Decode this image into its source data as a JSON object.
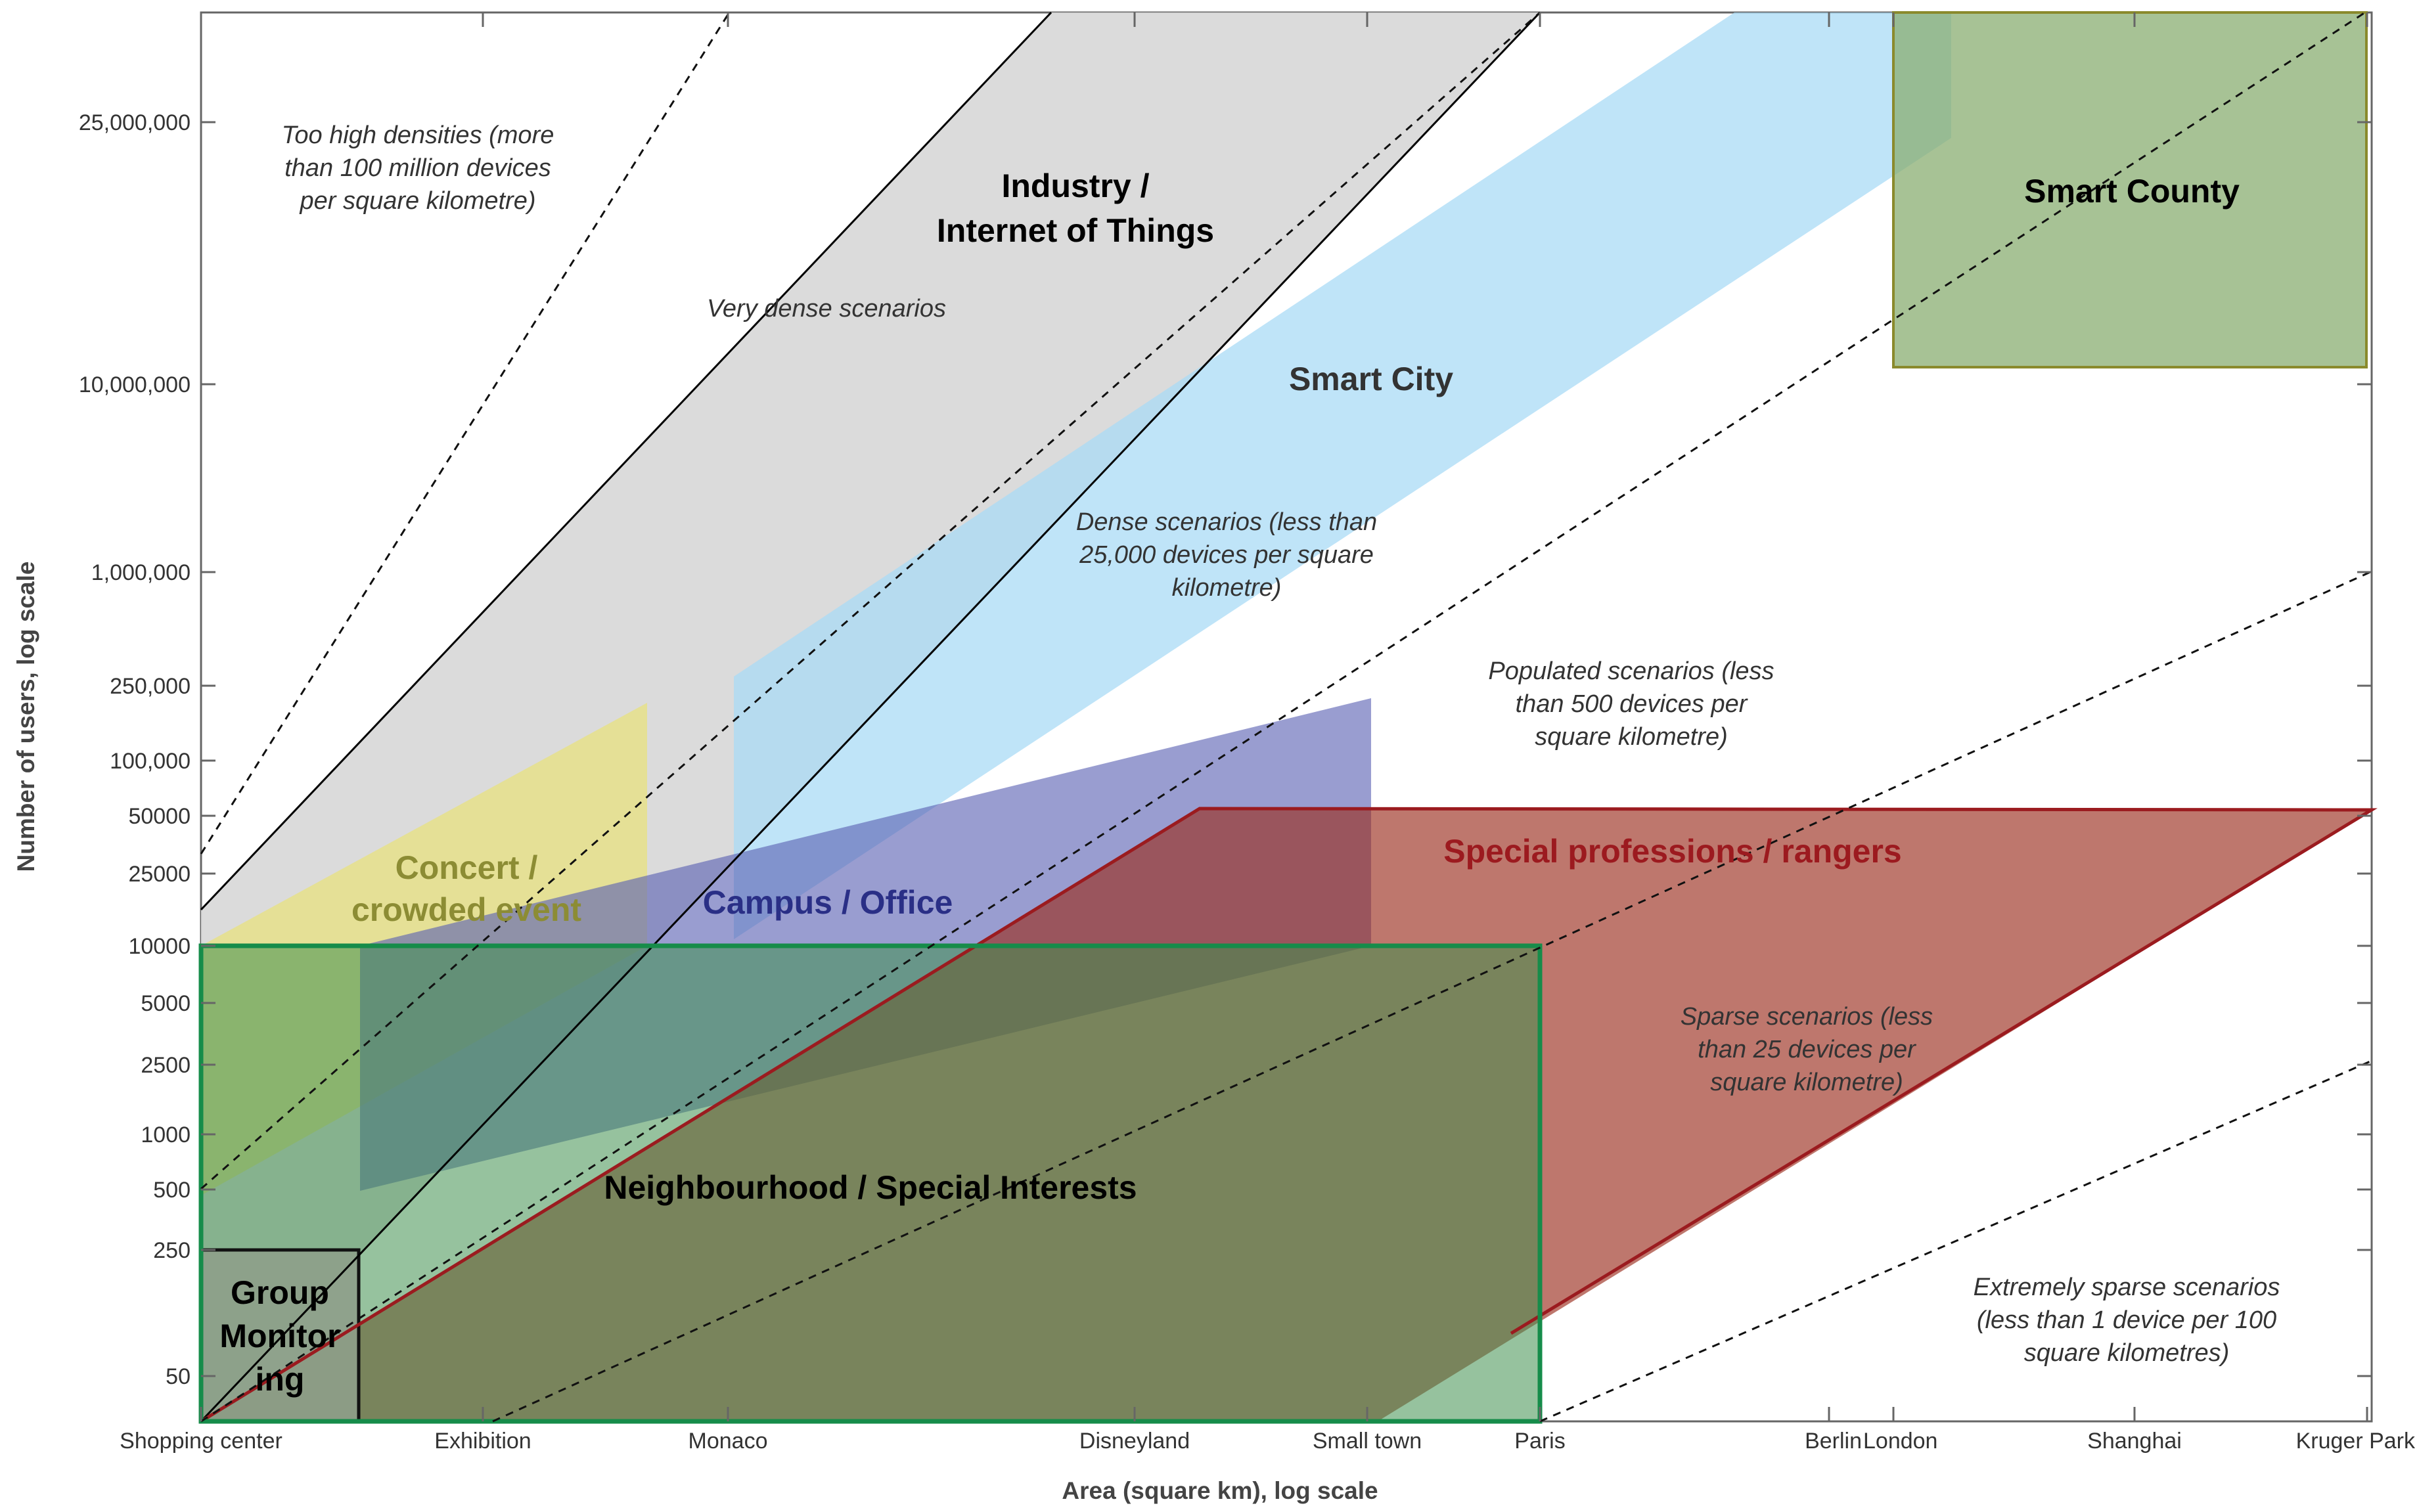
{
  "chart_data": {
    "type": "area",
    "xlabel": "Area (square km), log scale",
    "ylabel": "Number of users, log scale",
    "x_scale": "log (categorical landmarks)",
    "y_scale": "log",
    "grid": false,
    "x_ticks": [
      {
        "label": "Shopping center",
        "value": 0.05
      },
      {
        "label": "Exhibition",
        "value": 0.15
      },
      {
        "label": "Monaco",
        "value": 2
      },
      {
        "label": "Disneyland",
        "value": 100
      },
      {
        "label": "Small town",
        "value": 200
      },
      {
        "label": "Paris",
        "value": 105
      },
      {
        "label": "Berlin",
        "value": 890
      },
      {
        "label": "London",
        "value": 1570
      },
      {
        "label": "Shanghai",
        "value": 6340
      },
      {
        "label": "Kruger Park",
        "value": 19500
      }
    ],
    "y_ticks": [
      "50",
      "250",
      "500",
      "1000",
      "2500",
      "5000",
      "10000",
      "25000",
      "50000",
      "100,000",
      "250,000",
      "1,000,000",
      "10,000,000",
      "25,000,000"
    ],
    "regions": [
      {
        "name": "Industry / Internet of Things",
        "lines": [
          "Industry /",
          "Internet of Things"
        ],
        "color": "#d9d9d9",
        "text_color": "#000000"
      },
      {
        "name": "Smart City",
        "lines": [
          "Smart City"
        ],
        "color": "#bfe3f7",
        "text_color": "#333333"
      },
      {
        "name": "Concert / crowded event",
        "lines": [
          "Concert /",
          "crowded event"
        ],
        "color": "#e6e08a",
        "text_color": "#8c8c34"
      },
      {
        "name": "Campus / Office",
        "lines": [
          "Campus / Office"
        ],
        "color": "#7d83c4",
        "text_color": "#2a2f86"
      },
      {
        "name": "Special professions / rangers",
        "lines": [
          "Special professions / rangers"
        ],
        "color": "#a9412e",
        "text_color": "#9c1a1f"
      },
      {
        "name": "Neighbourhood / Special Interests",
        "lines": [
          "Neighbourhood / Special Interests"
        ],
        "color": "#6f9e6f",
        "text_color": "#000000"
      },
      {
        "name": "Smart County",
        "lines": [
          "Smart County"
        ],
        "color": "#a2be8e",
        "text_color": "#000000"
      },
      {
        "name": "Group Monitoring",
        "lines": [
          "Group",
          "Monitor",
          "ing"
        ],
        "color": "#8e9e8a",
        "text_color": "#000000"
      }
    ],
    "density_notes": [
      {
        "lines": [
          "Too high densities (more",
          "than 100 million devices",
          "per square kilometre)"
        ]
      },
      {
        "lines": [
          "Very dense scenarios"
        ]
      },
      {
        "lines": [
          "Dense scenarios (less than",
          "25,000 devices per square",
          "kilometre)"
        ]
      },
      {
        "lines": [
          "Populated scenarios (less",
          "than 500 devices per",
          "square kilometre)"
        ]
      },
      {
        "lines": [
          "Sparse scenarios (less",
          "than 25 devices per",
          "square kilometre)"
        ]
      },
      {
        "lines": [
          "Extremely sparse scenarios",
          "(less than 1 device per 100",
          "square kilometres)"
        ]
      }
    ]
  }
}
